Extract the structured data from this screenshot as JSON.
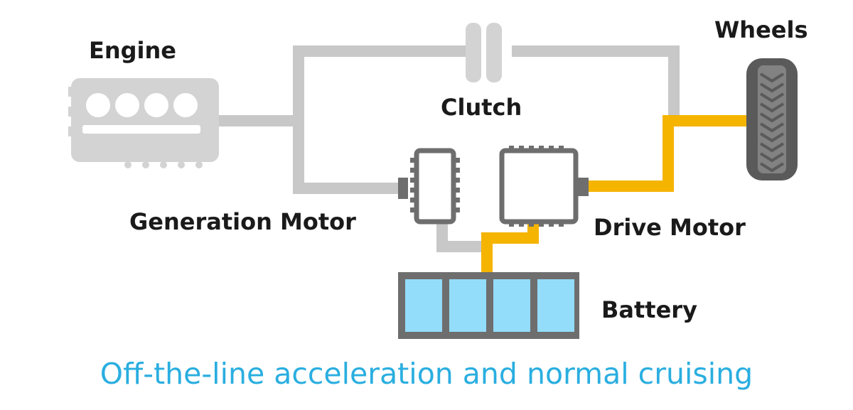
{
  "labels": {
    "engine": "Engine",
    "clutch": "Clutch",
    "wheels": "Wheels",
    "generation_motor": "Generation Motor",
    "drive_motor": "Drive Motor",
    "battery": "Battery"
  },
  "caption": "Off-the-line acceleration and normal cruising",
  "colors": {
    "inactive_path": "#c8c8c8",
    "active_path": "#f5b400",
    "component_gray": "#d3d3d3",
    "motor_outline": "#6e6e6e",
    "battery_cell": "#93dcfa",
    "caption": "#2aaee0",
    "text": "#1a1a1a"
  },
  "power_flow": {
    "active": [
      "battery-to-drive-motor",
      "drive-motor-to-wheels"
    ],
    "inactive": [
      "engine-to-clutch",
      "clutch-to-wheels",
      "engine-to-generation-motor",
      "generation-motor-to-battery"
    ]
  },
  "battery": {
    "cells": 4
  }
}
